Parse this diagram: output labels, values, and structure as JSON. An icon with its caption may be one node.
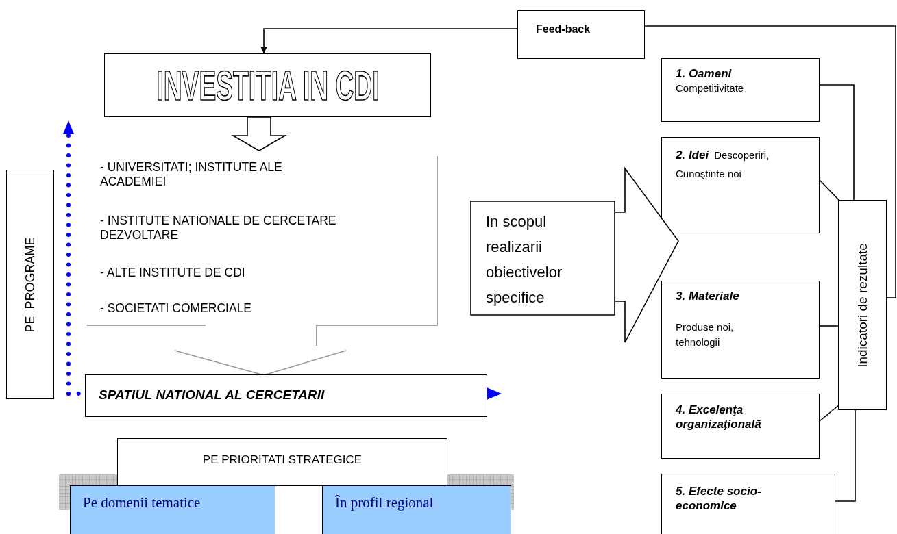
{
  "diagram": {
    "nodes": [
      {
        "text": [
          "Feed-back"
        ]
      },
      {
        "text": [
          "INVESTITIA IN CDI"
        ]
      },
      {
        "text": [
          "1. Oameni",
          "Competitivitate"
        ]
      },
      {
        "text": [
          "PE  PROGRAME"
        ]
      },
      {
        "text": [
          "- UNIVERSITATI; INSTITUTE ALE ACADEMIEI",
          "- INSTITUTE NATIONALE DE CERCETARE DEZVOLTARE",
          "- ALTE INSTITUTE DE CDI",
          "- SOCIETATI COMERCIALE"
        ]
      },
      {
        "text": [
          "2. Idei",
          "Descoperiri, Cunoştinte noi"
        ]
      },
      {
        "text": [
          "In scopul realizarii obiectivelor specifice"
        ]
      },
      {
        "text": [
          "Indicatori de rezultate"
        ]
      },
      {
        "text": [
          "3. Materiale",
          "Produse noi, tehnologii"
        ]
      },
      {
        "text": [
          "SPATIUL NATIONAL AL CERCETARII"
        ]
      },
      {
        "text": [
          "4. Excelenţa organizaţională"
        ]
      },
      {
        "text": [
          "PE PRIORITATI STRATEGICE"
        ]
      },
      {
        "text": [
          "Pe domenii tematice"
        ]
      },
      {
        "text": [
          "În profil regional"
        ]
      },
      {
        "text": [
          "5. Efecte socio-economice"
        ]
      }
    ],
    "edges": [
      {
        "from": 7,
        "to": 0,
        "arrow": "none"
      },
      {
        "from": 0,
        "to": 1,
        "arrow": "to"
      },
      {
        "from": 1,
        "to": 4,
        "arrow": "to"
      },
      {
        "from": 4,
        "to": 9,
        "arrow": "none",
        "color": "#999999"
      },
      {
        "from": 2,
        "to": 7,
        "arrow": "none"
      },
      {
        "from": 5,
        "to": 7,
        "arrow": "none"
      },
      {
        "from": 8,
        "to": 7,
        "arrow": "none"
      },
      {
        "from": 10,
        "to": 7,
        "arrow": "none"
      },
      {
        "from": 14,
        "to": 7,
        "arrow": "none"
      }
    ]
  }
}
